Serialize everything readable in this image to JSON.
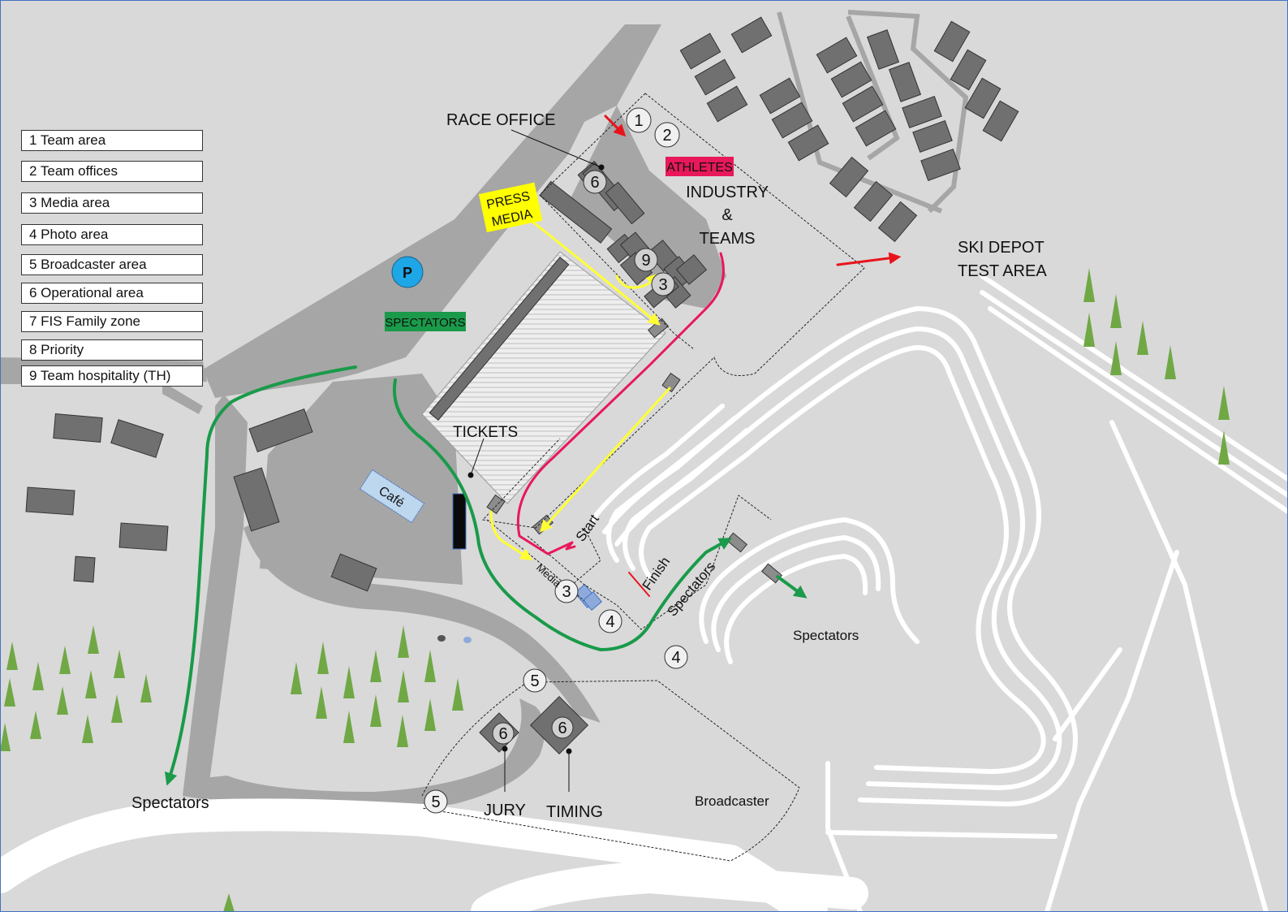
{
  "legend": [
    "1 Team area",
    "2 Team offices",
    "3 Media area",
    "4 Photo area",
    "5 Broadcaster area",
    "6 Operational area",
    "7 FIS Family zone",
    "8 Priority",
    "9 Team hospitality (TH)"
  ],
  "labels": {
    "race_office": "RACE OFFICE",
    "press_line1": "PRESS",
    "press_line2": "MEDIA",
    "athletes": "ATHLETES",
    "industry_line1": "INDUSTRY",
    "industry_line2": "&",
    "industry_line3": "TEAMS",
    "ski_depot_line1": "SKI DEPOT",
    "ski_depot_line2": "TEST AREA",
    "spectators_badge": "SPECTATORS",
    "parking": "P",
    "tickets": "TICKETS",
    "cafe": "Café",
    "start": "Start",
    "finish": "Finish",
    "media": "Media",
    "spectators_route": "Spectators",
    "spectators_right": "Spectators",
    "spectators_left": "Spectators",
    "jury": "JURY",
    "timing": "TIMING",
    "broadcaster": "Broadcaster"
  },
  "markers": {
    "m1": "1",
    "m2": "2",
    "m6_top": "6",
    "m9": "9",
    "m3_top": "3",
    "m3_bottom": "3",
    "m4_bottom": "4",
    "m4_right": "4",
    "m5_top": "5",
    "m5_bottom": "5",
    "m6_jury": "6",
    "m6_timing": "6"
  },
  "colors": {
    "background": "#d9d9d9",
    "road": "#a6a6a6",
    "building": "#6f6f6f",
    "spectators_route": "#1a9a4a",
    "athletes_route": "#e8185b",
    "media_route": "#ffff33",
    "access_arrow": "#e8141c",
    "parking": "#1ea7e6",
    "tree": "#70a845",
    "track": "#ffffff"
  }
}
